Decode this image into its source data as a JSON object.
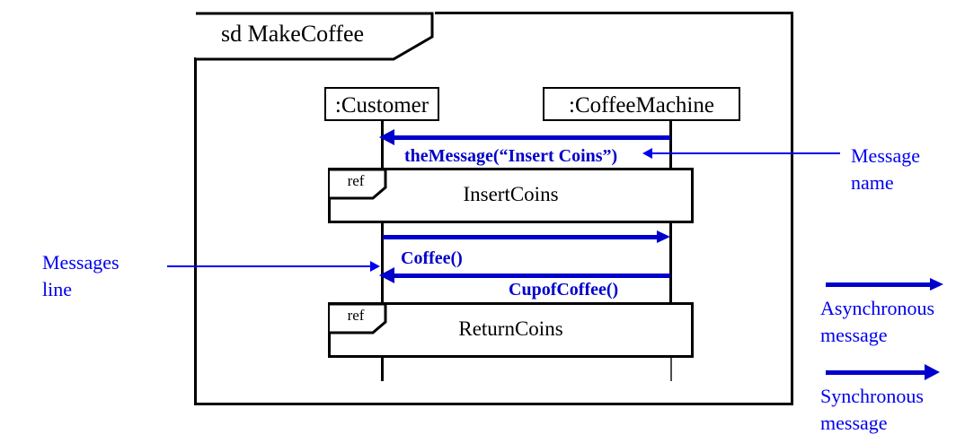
{
  "diagram": {
    "frame_label": "sd MakeCoffee",
    "border_color": "#000000",
    "accent_color": "#0000cc",
    "annotation_color": "#0000ee"
  },
  "lifelines": [
    {
      "name": ":Customer"
    },
    {
      "name": ":CoffeeMachine"
    }
  ],
  "messages": [
    {
      "label": "theMessage(“Insert Coins”)",
      "direction": "left",
      "kind": "synchronous"
    },
    {
      "label": "Coffee()",
      "direction": "right",
      "kind": "asynchronous"
    },
    {
      "label": "CupofCoffee()",
      "direction": "left",
      "kind": "synchronous"
    }
  ],
  "fragments": [
    {
      "keyword": "ref",
      "title": "InsertCoins"
    },
    {
      "keyword": "ref",
      "title": "ReturnCoins"
    }
  ],
  "annotations": {
    "message_name": {
      "line1": "Message",
      "line2": "name"
    },
    "messages_line": {
      "line1": "Messages",
      "line2": "line"
    }
  },
  "legend": [
    {
      "line1": "Asynchronous",
      "line2": "message",
      "kind": "asynchronous"
    },
    {
      "line1": "Synchronous",
      "line2": "message",
      "kind": "synchronous"
    }
  ]
}
